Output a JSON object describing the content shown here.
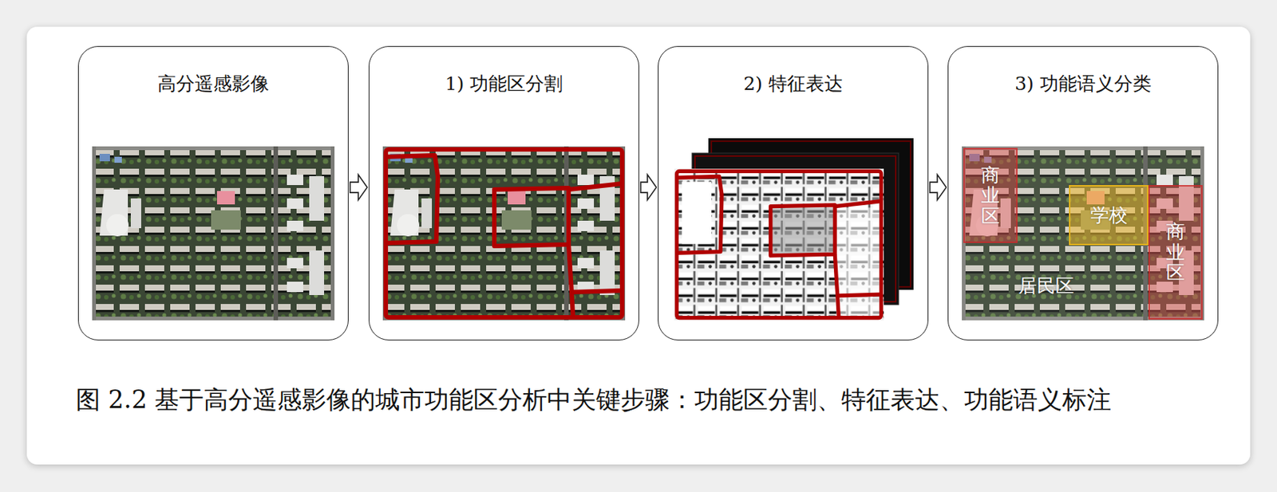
{
  "diagram": {
    "caption": "图 2.2 基于高分遥感影像的城市功能区分析中关键步骤：功能区分割、特征表达、功能语义标注",
    "nodes": [
      {
        "text": [
          "高分遥感影像"
        ]
      },
      {
        "text": [
          "1) 功能区分割"
        ]
      },
      {
        "text": [
          "2) 特征表达"
        ]
      },
      {
        "text": [
          "3) 功能语义分类"
        ]
      },
      {
        "text": [
          "商业区"
        ],
        "in": 3
      },
      {
        "text": [
          "学校"
        ],
        "in": 3
      },
      {
        "text": [
          "商业区"
        ],
        "in": 3
      }
    ],
    "edges": [
      {
        "from": 0,
        "to": 1,
        "arrow": "to"
      },
      {
        "from": 1,
        "to": 2,
        "arrow": "to"
      },
      {
        "from": 2,
        "to": 3,
        "arrow": "to"
      }
    ],
    "labels": [
      "居民区"
    ]
  }
}
